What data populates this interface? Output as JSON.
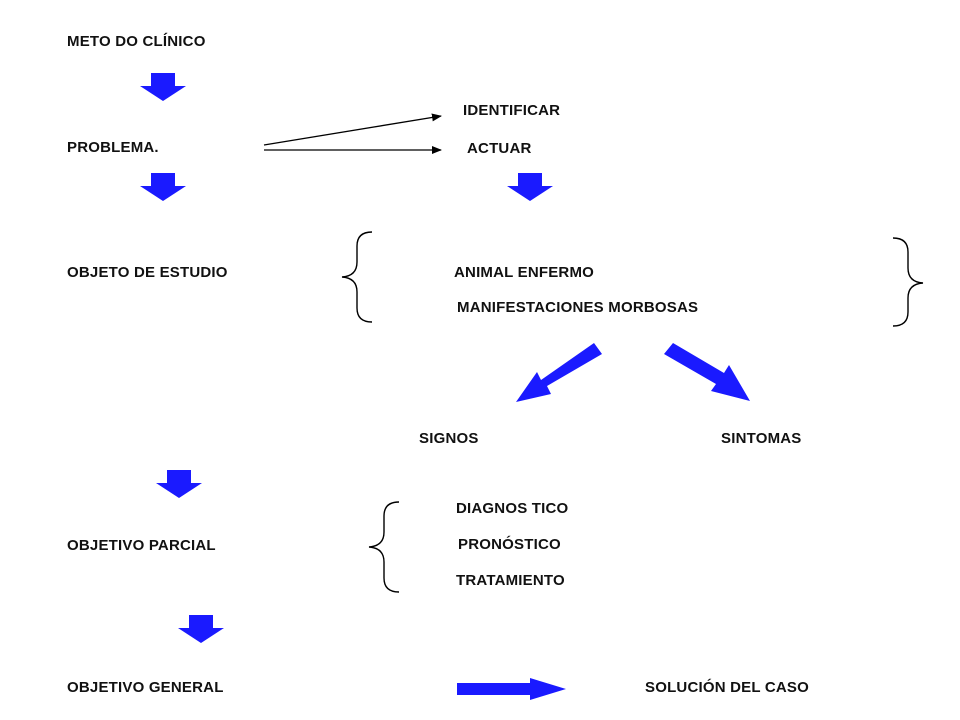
{
  "colors": {
    "arrow": "#1a1aff",
    "line": "#000000",
    "text": "#111111",
    "background": "#ffffff"
  },
  "labels": {
    "metodo_clinico": "METO DO CLÍNICO",
    "problema": "PROBLEMA.",
    "identificar": "IDENTIFICAR",
    "actuar": "ACTUAR",
    "objeto_de_estudio": "OBJETO DE ESTUDIO",
    "animal_enfermo": "ANIMAL ENFERMO",
    "manifestaciones_morbosas": "MANIFESTACIONES MORBOSAS",
    "signos": "SIGNOS",
    "sintomas": "SINTOMAS",
    "objetivo_parcial": "OBJETIVO PARCIAL",
    "diagnostico": "DIAGNOS TICO",
    "pronostico": "PRONÓSTICO",
    "tratamiento": "TRATAMIENTO",
    "objetivo_general": "OBJETIVO GENERAL",
    "solucion_del_caso": "SOLUCIÓN DEL CASO"
  }
}
